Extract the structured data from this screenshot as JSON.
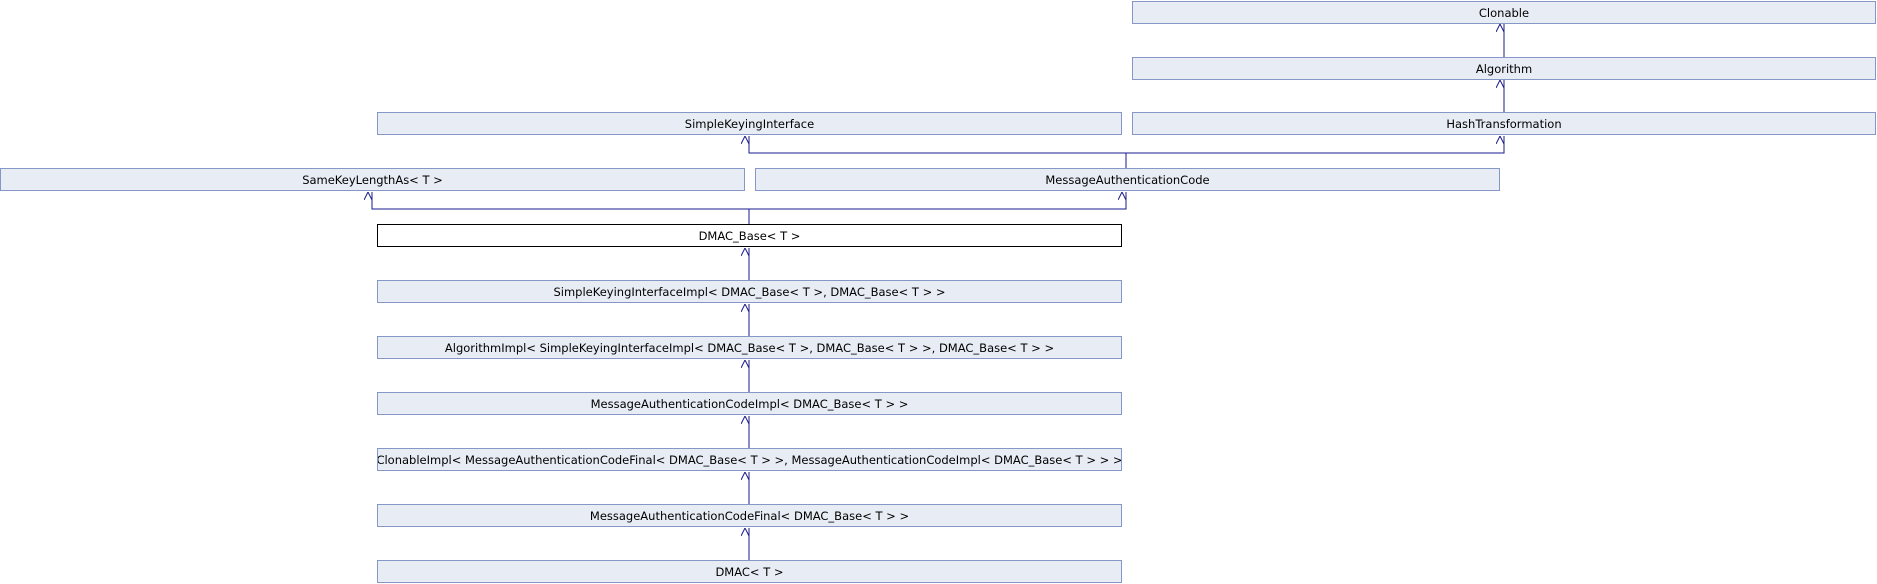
{
  "nodes": {
    "clonable": "Clonable",
    "algorithm": "Algorithm",
    "simple_keying_interface": "SimpleKeyingInterface",
    "hash_transformation": "HashTransformation",
    "same_key_length_as": "SameKeyLengthAs< T >",
    "message_authentication_code": "MessageAuthenticationCode",
    "dmac_base": "DMAC_Base< T >",
    "simple_keying_interface_impl": "SimpleKeyingInterfaceImpl< DMAC_Base< T >, DMAC_Base< T > >",
    "algorithm_impl": "AlgorithmImpl< SimpleKeyingInterfaceImpl< DMAC_Base< T >, DMAC_Base< T > >, DMAC_Base< T > >",
    "message_authentication_code_impl": "MessageAuthenticationCodeImpl< DMAC_Base< T > >",
    "clonable_impl": "ClonableImpl< MessageAuthenticationCodeFinal< DMAC_Base< T > >, MessageAuthenticationCodeImpl< DMAC_Base< T > > >",
    "message_authentication_code_final": "MessageAuthenticationCodeFinal< DMAC_Base< T > >",
    "dmac": "DMAC< T >"
  },
  "colors": {
    "node_fill": "#e8edf5",
    "node_border": "#8497c6",
    "current_node_border": "#000000",
    "edge": "#1a1a8c"
  }
}
